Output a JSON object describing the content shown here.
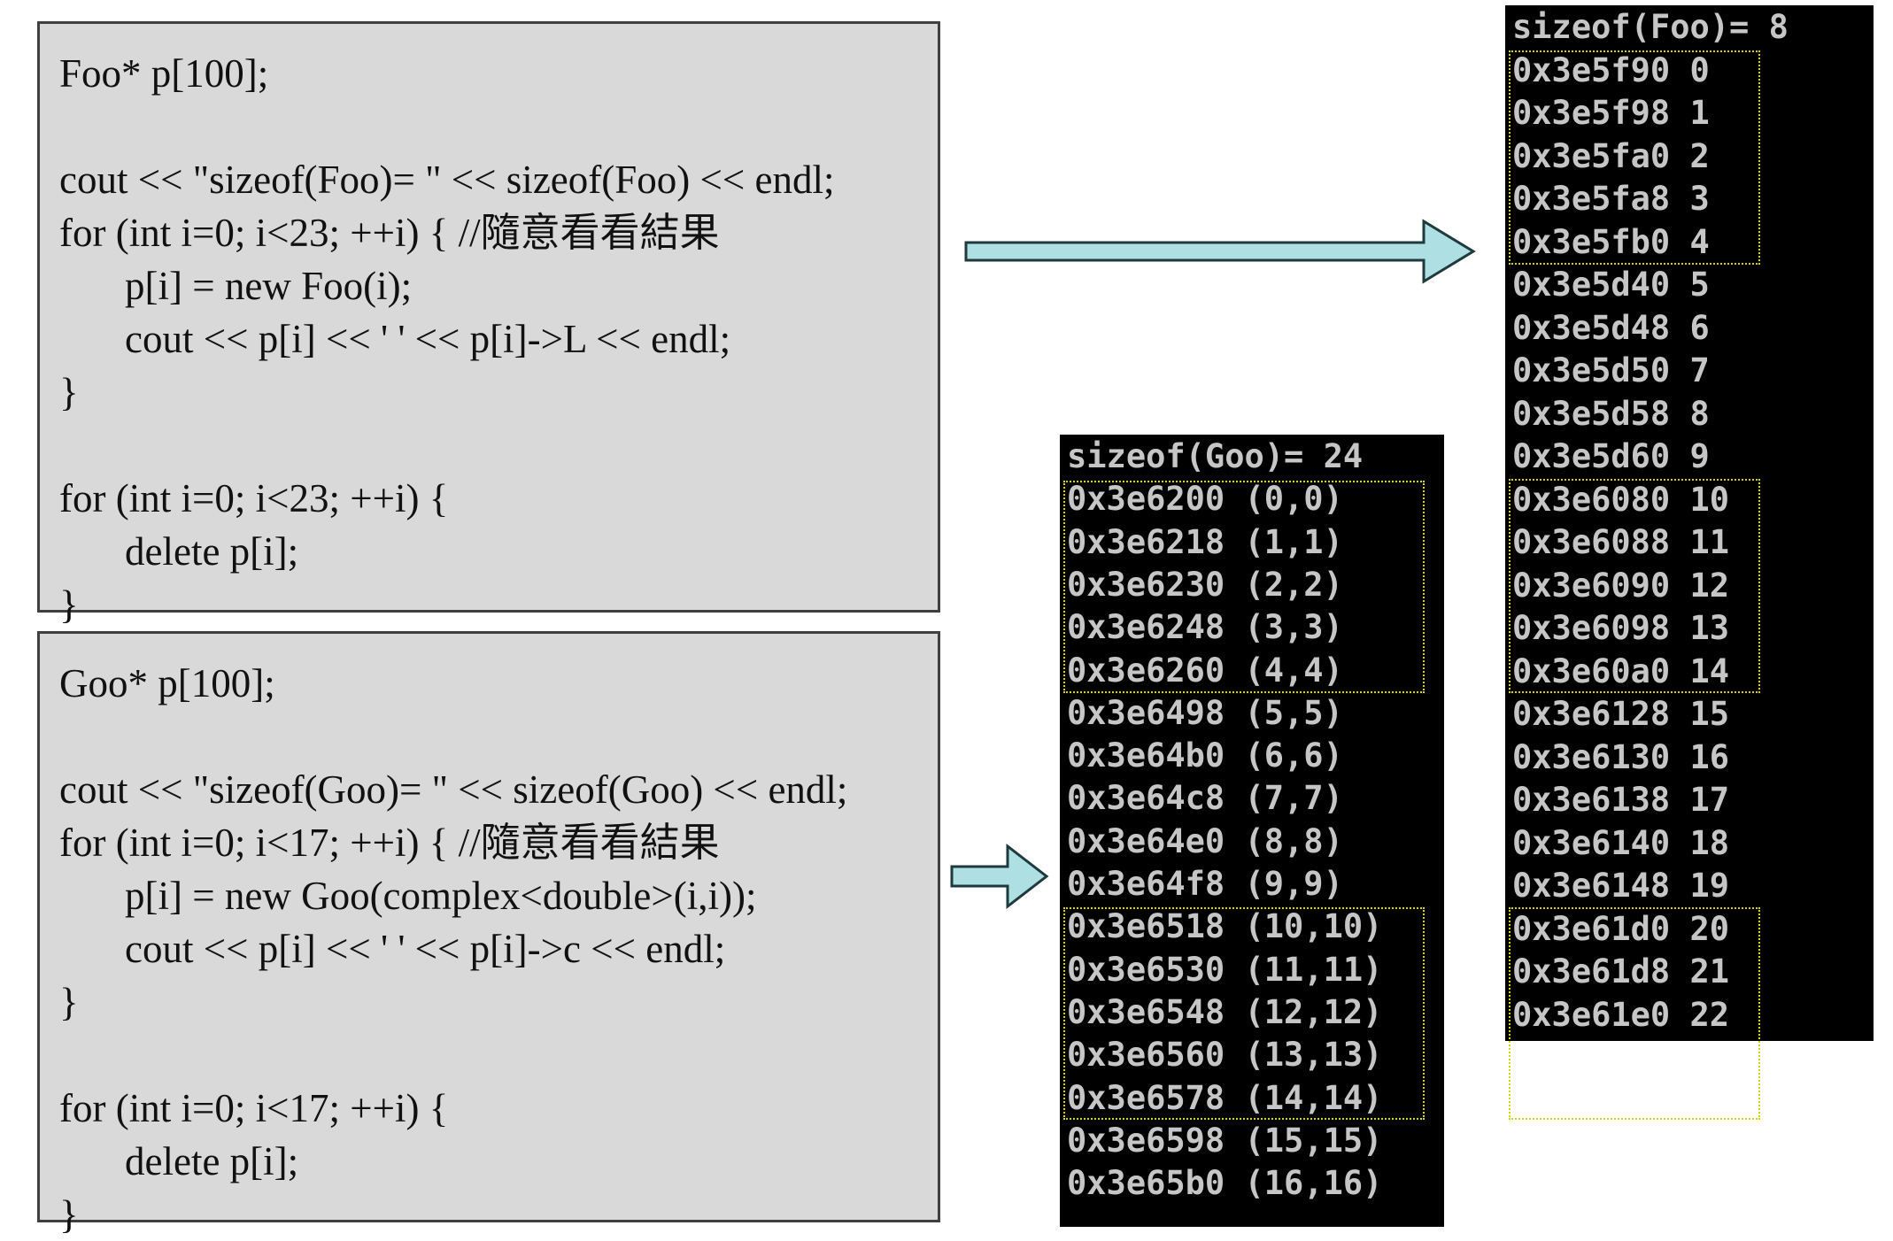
{
  "foo_code": {
    "lines": [
      {
        "text": "Foo* p[100];",
        "indent": false
      },
      {
        "text": "",
        "indent": false
      },
      {
        "text": "cout << \"sizeof(Foo)= \" << sizeof(Foo) << endl;",
        "indent": false
      },
      {
        "text": "for (int i=0; i<23; ++i) { //隨意看看結果",
        "indent": false
      },
      {
        "text": "p[i] = new Foo(i);",
        "indent": true
      },
      {
        "text": "cout << p[i] << ' ' << p[i]->L << endl;",
        "indent": true
      },
      {
        "text": "}",
        "indent": false
      },
      {
        "text": "",
        "indent": false
      },
      {
        "text": "for (int i=0; i<23; ++i) {",
        "indent": false
      },
      {
        "text": "delete p[i];",
        "indent": true
      },
      {
        "text": "}",
        "indent": false
      }
    ]
  },
  "goo_code": {
    "lines": [
      {
        "text": "Goo* p[100];",
        "indent": false
      },
      {
        "text": "",
        "indent": false
      },
      {
        "text": "cout << \"sizeof(Goo)= \" << sizeof(Goo) << endl;",
        "indent": false
      },
      {
        "text": "for (int i=0; i<17; ++i) { //隨意看看結果",
        "indent": false
      },
      {
        "text": "p[i] = new Goo(complex<double>(i,i));",
        "indent": true
      },
      {
        "text": "cout << p[i] << ' ' << p[i]->c << endl;",
        "indent": true
      },
      {
        "text": "}",
        "indent": false
      },
      {
        "text": "",
        "indent": false
      },
      {
        "text": "for (int i=0; i<17; ++i) {",
        "indent": false
      },
      {
        "text": "delete p[i];",
        "indent": true
      },
      {
        "text": "}",
        "indent": false
      }
    ]
  },
  "foo_console": {
    "lines": [
      "sizeof(Foo)= 8",
      "0x3e5f90 0",
      "0x3e5f98 1",
      "0x3e5fa0 2",
      "0x3e5fa8 3",
      "0x3e5fb0 4",
      "0x3e5d40 5",
      "0x3e5d48 6",
      "0x3e5d50 7",
      "0x3e5d58 8",
      "0x3e5d60 9",
      "0x3e6080 10",
      "0x3e6088 11",
      "0x3e6090 12",
      "0x3e6098 13",
      "0x3e60a0 14",
      "0x3e6128 15",
      "0x3e6130 16",
      "0x3e6138 17",
      "0x3e6140 18",
      "0x3e6148 19",
      "0x3e61d0 20",
      "0x3e61d8 21",
      "0x3e61e0 22"
    ]
  },
  "goo_console": {
    "lines": [
      "sizeof(Goo)= 24",
      "0x3e6200 (0,0)",
      "0x3e6218 (1,1)",
      "0x3e6230 (2,2)",
      "0x3e6248 (3,3)",
      "0x3e6260 (4,4)",
      "0x3e6498 (5,5)",
      "0x3e64b0 (6,6)",
      "0x3e64c8 (7,7)",
      "0x3e64e0 (8,8)",
      "0x3e64f8 (9,9)",
      "0x3e6518 (10,10)",
      "0x3e6530 (11,11)",
      "0x3e6548 (12,12)",
      "0x3e6560 (13,13)",
      "0x3e6578 (14,14)",
      "0x3e6598 (15,15)",
      "0x3e65b0 (16,16)"
    ]
  },
  "colors": {
    "code_bg": "#d9d9d9",
    "console_bg": "#000000",
    "console_text": "#c6c6c6",
    "group_outline": "#d8d200",
    "arrow_fill": "#aedfe2",
    "arrow_stroke": "#1f3a3c"
  }
}
